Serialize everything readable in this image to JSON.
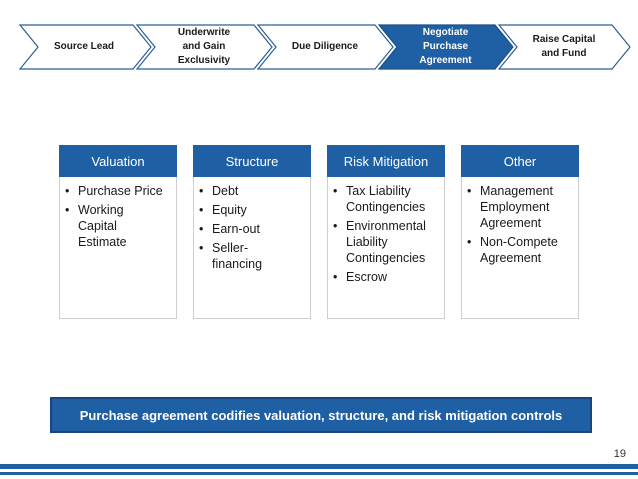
{
  "process": {
    "steps": [
      {
        "label": "Source Lead",
        "active": false
      },
      {
        "label": "Underwrite\nand Gain\nExclusivity",
        "active": false
      },
      {
        "label": "Due Diligence",
        "active": false
      },
      {
        "label": "Negotiate\nPurchase\nAgreement",
        "active": true
      },
      {
        "label": "Raise Capital\nand Fund",
        "active": false
      }
    ]
  },
  "columns": [
    {
      "title": "Valuation",
      "items": [
        "Purchase Price",
        "Working\nCapital\nEstimate"
      ]
    },
    {
      "title": "Structure",
      "items": [
        "Debt",
        "Equity",
        "Earn-out",
        "Seller-\nfinancing"
      ]
    },
    {
      "title": "Risk Mitigation",
      "items": [
        "Tax Liability\nContingencies",
        "Environmental\nLiability\nContingencies",
        "Escrow"
      ]
    },
    {
      "title": "Other",
      "items": [
        "Management\nEmployment\nAgreement",
        "Non-Compete\nAgreement"
      ]
    }
  ],
  "summary": "Purchase agreement codifies valuation, structure, and risk mitigation controls",
  "page_number": "19",
  "colors": {
    "accent": "#1f5fa3",
    "accent_dark": "#14477d",
    "chevron_border": "#2b5f96"
  }
}
